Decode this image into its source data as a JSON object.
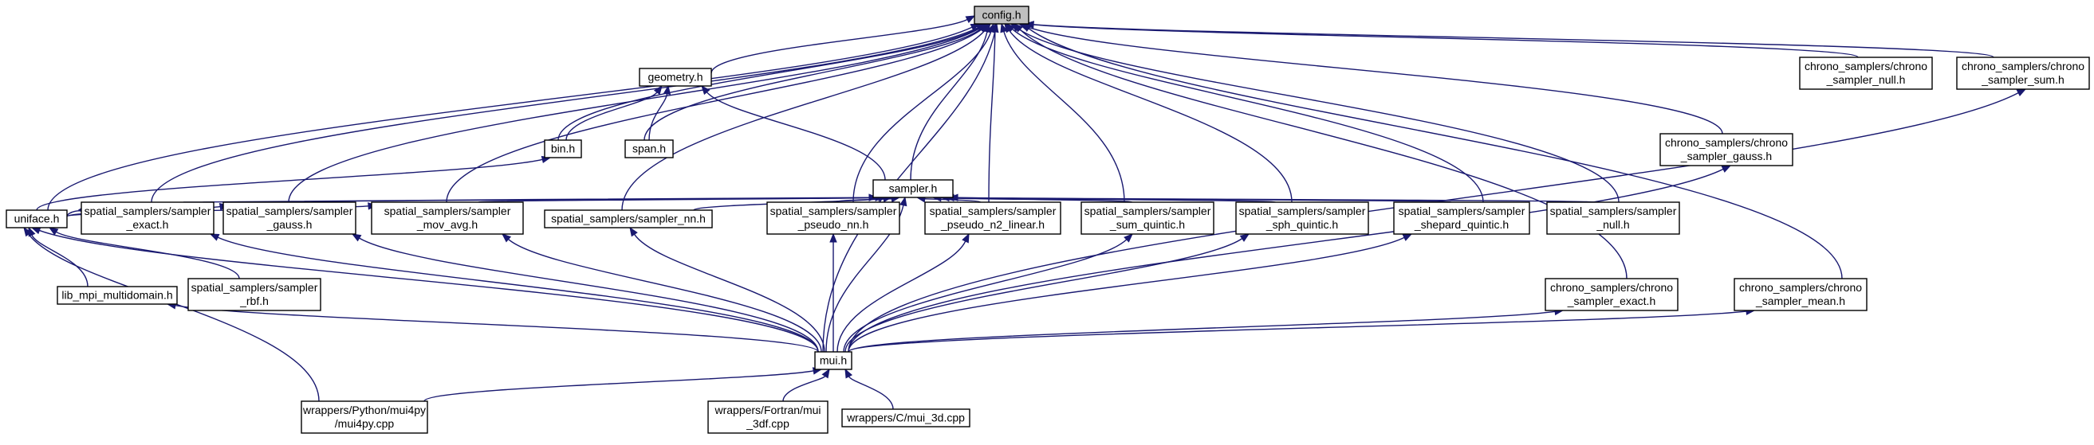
{
  "graph": {
    "title": "",
    "nodes": [
      {
        "id": "config",
        "lines": [
          "config.h"
        ],
        "root": true
      },
      {
        "id": "geometry",
        "lines": [
          "geometry.h"
        ]
      },
      {
        "id": "bin",
        "lines": [
          "bin.h"
        ]
      },
      {
        "id": "span",
        "lines": [
          "span.h"
        ]
      },
      {
        "id": "sampler",
        "lines": [
          "sampler.h"
        ]
      },
      {
        "id": "uniface",
        "lines": [
          "uniface.h"
        ]
      },
      {
        "id": "ss_exact",
        "lines": [
          "spatial_samplers/sampler",
          "_exact.h"
        ]
      },
      {
        "id": "ss_gauss",
        "lines": [
          "spatial_samplers/sampler",
          "_gauss.h"
        ]
      },
      {
        "id": "ss_mov_avg",
        "lines": [
          "spatial_samplers/sampler",
          "_mov_avg.h"
        ]
      },
      {
        "id": "ss_nn",
        "lines": [
          "spatial_samplers/sampler_nn.h"
        ]
      },
      {
        "id": "ss_pseudo_nn",
        "lines": [
          "spatial_samplers/sampler",
          "_pseudo_nn.h"
        ]
      },
      {
        "id": "ss_pseudo_n2",
        "lines": [
          "spatial_samplers/sampler",
          "_pseudo_n2_linear.h"
        ]
      },
      {
        "id": "ss_sum_quintic",
        "lines": [
          "spatial_samplers/sampler",
          "_sum_quintic.h"
        ]
      },
      {
        "id": "ss_sph_quintic",
        "lines": [
          "spatial_samplers/sampler",
          "_sph_quintic.h"
        ]
      },
      {
        "id": "ss_shepard",
        "lines": [
          "spatial_samplers/sampler",
          "_shepard_quintic.h"
        ]
      },
      {
        "id": "ss_null",
        "lines": [
          "spatial_samplers/sampler",
          "_null.h"
        ]
      },
      {
        "id": "ss_rbf",
        "lines": [
          "spatial_samplers/sampler",
          "_rbf.h"
        ]
      },
      {
        "id": "lib_mpi",
        "lines": [
          "lib_mpi_multidomain.h"
        ]
      },
      {
        "id": "cs_null",
        "lines": [
          "chrono_samplers/chrono",
          "_sampler_null.h"
        ]
      },
      {
        "id": "cs_sum",
        "lines": [
          "chrono_samplers/chrono",
          "_sampler_sum.h"
        ]
      },
      {
        "id": "cs_gauss",
        "lines": [
          "chrono_samplers/chrono",
          "_sampler_gauss.h"
        ]
      },
      {
        "id": "cs_exact",
        "lines": [
          "chrono_samplers/chrono",
          "_sampler_exact.h"
        ]
      },
      {
        "id": "cs_mean",
        "lines": [
          "chrono_samplers/chrono",
          "_sampler_mean.h"
        ]
      },
      {
        "id": "mui",
        "lines": [
          "mui.h"
        ]
      },
      {
        "id": "py",
        "lines": [
          "wrappers/Python/mui4py",
          "/mui4py.cpp"
        ]
      },
      {
        "id": "fortran",
        "lines": [
          "wrappers/Fortran/mui",
          "_3df.cpp"
        ]
      },
      {
        "id": "c3d",
        "lines": [
          "wrappers/C/mui_3d.cpp"
        ]
      }
    ],
    "edges": [
      [
        "geometry",
        "config"
      ],
      [
        "bin",
        "config"
      ],
      [
        "span",
        "config"
      ],
      [
        "sampler",
        "config"
      ],
      [
        "uniface",
        "config"
      ],
      [
        "ss_exact",
        "config"
      ],
      [
        "ss_gauss",
        "config"
      ],
      [
        "ss_mov_avg",
        "config"
      ],
      [
        "ss_nn",
        "config"
      ],
      [
        "ss_pseudo_nn",
        "config"
      ],
      [
        "ss_pseudo_n2",
        "config"
      ],
      [
        "ss_sum_quintic",
        "config"
      ],
      [
        "ss_sph_quintic",
        "config"
      ],
      [
        "ss_shepard",
        "config"
      ],
      [
        "ss_null",
        "config"
      ],
      [
        "cs_null",
        "config"
      ],
      [
        "cs_sum",
        "config"
      ],
      [
        "cs_gauss",
        "config"
      ],
      [
        "cs_exact",
        "config"
      ],
      [
        "cs_mean",
        "config"
      ],
      [
        "mui",
        "config"
      ],
      [
        "bin",
        "geometry"
      ],
      [
        "span",
        "geometry"
      ],
      [
        "sampler",
        "geometry"
      ],
      [
        "uniface",
        "bin"
      ],
      [
        "ss_exact",
        "sampler"
      ],
      [
        "ss_gauss",
        "sampler"
      ],
      [
        "ss_mov_avg",
        "sampler"
      ],
      [
        "ss_nn",
        "sampler"
      ],
      [
        "ss_pseudo_nn",
        "sampler"
      ],
      [
        "ss_pseudo_n2",
        "sampler"
      ],
      [
        "ss_sum_quintic",
        "sampler"
      ],
      [
        "ss_sph_quintic",
        "sampler"
      ],
      [
        "ss_shepard",
        "sampler"
      ],
      [
        "ss_null",
        "sampler"
      ],
      [
        "mui",
        "sampler"
      ],
      [
        "uniface",
        "ss_exact"
      ],
      [
        "uniface",
        "ss_gauss"
      ],
      [
        "uniface",
        "ss_mov_avg"
      ],
      [
        "lib_mpi",
        "uniface"
      ],
      [
        "ss_rbf",
        "uniface"
      ],
      [
        "mui",
        "uniface"
      ],
      [
        "py",
        "uniface"
      ],
      [
        "mui",
        "ss_exact"
      ],
      [
        "mui",
        "ss_gauss"
      ],
      [
        "mui",
        "ss_mov_avg"
      ],
      [
        "mui",
        "ss_nn"
      ],
      [
        "mui",
        "ss_pseudo_nn"
      ],
      [
        "mui",
        "ss_pseudo_n2"
      ],
      [
        "mui",
        "ss_sum_quintic"
      ],
      [
        "mui",
        "ss_sph_quintic"
      ],
      [
        "mui",
        "ss_shepard"
      ],
      [
        "mui",
        "lib_mpi"
      ],
      [
        "mui",
        "cs_gauss"
      ],
      [
        "mui",
        "cs_exact"
      ],
      [
        "mui",
        "cs_mean"
      ],
      [
        "mui",
        "cs_sum"
      ],
      [
        "py",
        "mui"
      ],
      [
        "fortran",
        "mui"
      ],
      [
        "c3d",
        "mui"
      ]
    ]
  }
}
